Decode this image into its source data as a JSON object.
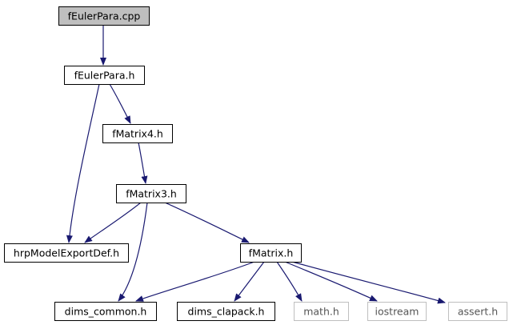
{
  "colors": {
    "root_fill": "#bfbfbf",
    "node_fill": "#ffffff",
    "node_border": "#000000",
    "external_border": "#bfbfbf",
    "edge": "#191970"
  },
  "nodes": [
    {
      "id": "feulerpara-cpp",
      "label": "fEulerPara.cpp",
      "kind": "root"
    },
    {
      "id": "feulerpara-h",
      "label": "fEulerPara.h",
      "kind": "local"
    },
    {
      "id": "fmatrix4-h",
      "label": "fMatrix4.h",
      "kind": "local"
    },
    {
      "id": "fmatrix3-h",
      "label": "fMatrix3.h",
      "kind": "local"
    },
    {
      "id": "hrpmodelexportdef-h",
      "label": "hrpModelExportDef.h",
      "kind": "local"
    },
    {
      "id": "fmatrix-h",
      "label": "fMatrix.h",
      "kind": "local"
    },
    {
      "id": "dims-common-h",
      "label": "dims_common.h",
      "kind": "local"
    },
    {
      "id": "dims-clapack-h",
      "label": "dims_clapack.h",
      "kind": "local"
    },
    {
      "id": "math-h",
      "label": "math.h",
      "kind": "external"
    },
    {
      "id": "iostream",
      "label": "iostream",
      "kind": "external"
    },
    {
      "id": "assert-h",
      "label": "assert.h",
      "kind": "external"
    }
  ],
  "edges": [
    {
      "from": "feulerpara-cpp",
      "to": "feulerpara-h"
    },
    {
      "from": "feulerpara-h",
      "to": "fmatrix4-h"
    },
    {
      "from": "feulerpara-h",
      "to": "hrpmodelexportdef-h"
    },
    {
      "from": "fmatrix4-h",
      "to": "fmatrix3-h"
    },
    {
      "from": "fmatrix3-h",
      "to": "hrpmodelexportdef-h"
    },
    {
      "from": "fmatrix3-h",
      "to": "fmatrix-h"
    },
    {
      "from": "fmatrix3-h",
      "to": "dims-common-h"
    },
    {
      "from": "fmatrix-h",
      "to": "dims-common-h"
    },
    {
      "from": "fmatrix-h",
      "to": "dims-clapack-h"
    },
    {
      "from": "fmatrix-h",
      "to": "math-h"
    },
    {
      "from": "fmatrix-h",
      "to": "iostream"
    },
    {
      "from": "fmatrix-h",
      "to": "assert-h"
    }
  ]
}
